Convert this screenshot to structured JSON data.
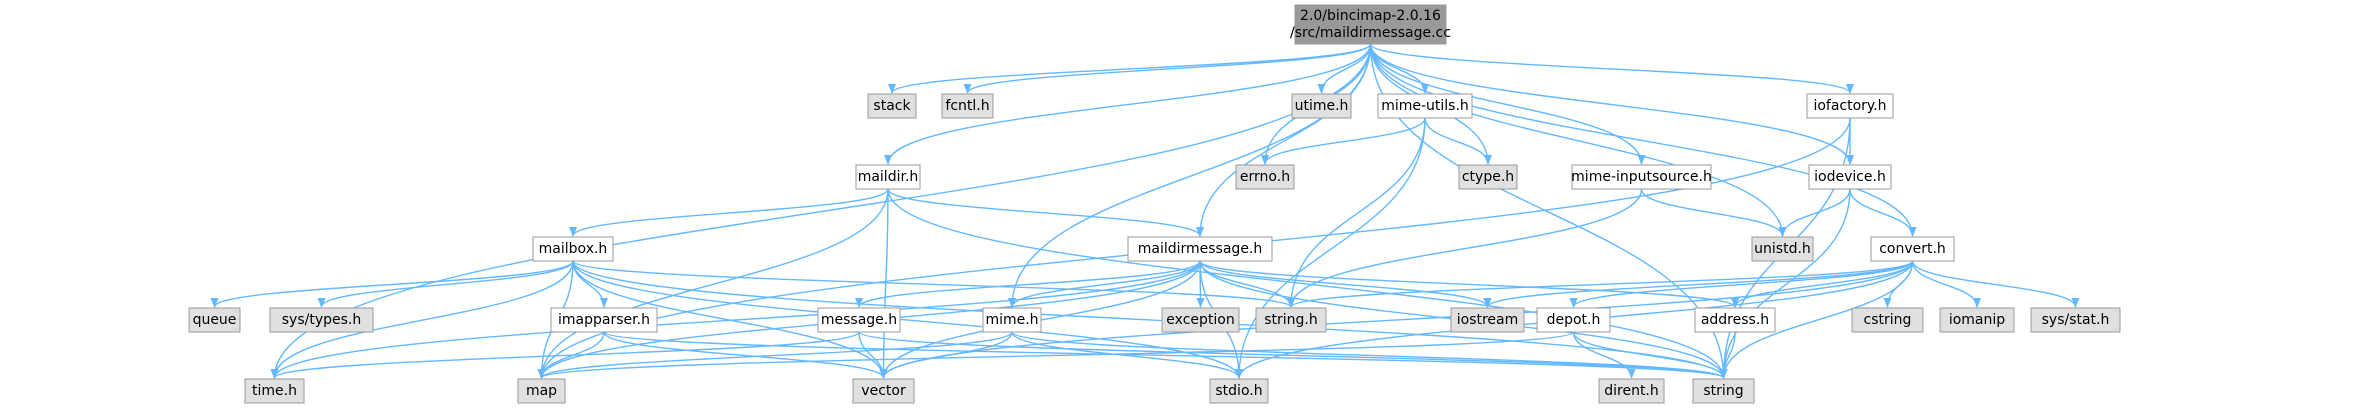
{
  "diagram": {
    "edge_color": "#63b8ff",
    "root_fill": "#999999",
    "documented_fill": "#ffffff",
    "external_fill": "#e0e0e0",
    "nodes": [
      {
        "id": "root",
        "lines": [
          "2.0/bincimap-2.0.16",
          "/src/maildirmessage.cc"
        ],
        "kind": "root"
      },
      {
        "id": "stack",
        "lines": [
          "stack"
        ],
        "kind": "external"
      },
      {
        "id": "fcntl",
        "lines": [
          "fcntl.h"
        ],
        "kind": "external"
      },
      {
        "id": "utime",
        "lines": [
          "utime.h"
        ],
        "kind": "external"
      },
      {
        "id": "mimeutils",
        "lines": [
          "mime-utils.h"
        ],
        "kind": "documented"
      },
      {
        "id": "iofactory",
        "lines": [
          "iofactory.h"
        ],
        "kind": "documented"
      },
      {
        "id": "errno",
        "lines": [
          "errno.h"
        ],
        "kind": "external"
      },
      {
        "id": "ctype",
        "lines": [
          "ctype.h"
        ],
        "kind": "external"
      },
      {
        "id": "mimeinputsource",
        "lines": [
          "mime-inputsource.h"
        ],
        "kind": "documented"
      },
      {
        "id": "iodevice",
        "lines": [
          "iodevice.h"
        ],
        "kind": "documented"
      },
      {
        "id": "maildir",
        "lines": [
          "maildir.h"
        ],
        "kind": "documented"
      },
      {
        "id": "unistd",
        "lines": [
          "unistd.h"
        ],
        "kind": "external"
      },
      {
        "id": "convert",
        "lines": [
          "convert.h"
        ],
        "kind": "documented"
      },
      {
        "id": "mailbox",
        "lines": [
          "mailbox.h"
        ],
        "kind": "documented"
      },
      {
        "id": "maildirmessage",
        "lines": [
          "maildirmessage.h"
        ],
        "kind": "documented"
      },
      {
        "id": "queue",
        "lines": [
          "queue"
        ],
        "kind": "external"
      },
      {
        "id": "systypes",
        "lines": [
          "sys/types.h"
        ],
        "kind": "external"
      },
      {
        "id": "imapparser",
        "lines": [
          "imapparser.h"
        ],
        "kind": "documented"
      },
      {
        "id": "message",
        "lines": [
          "message.h"
        ],
        "kind": "documented"
      },
      {
        "id": "mime",
        "lines": [
          "mime.h"
        ],
        "kind": "documented"
      },
      {
        "id": "exception",
        "lines": [
          "exception"
        ],
        "kind": "external"
      },
      {
        "id": "stringh",
        "lines": [
          "string.h"
        ],
        "kind": "external"
      },
      {
        "id": "iostream",
        "lines": [
          "iostream"
        ],
        "kind": "external"
      },
      {
        "id": "depot",
        "lines": [
          "depot.h"
        ],
        "kind": "documented"
      },
      {
        "id": "address",
        "lines": [
          "address.h"
        ],
        "kind": "documented"
      },
      {
        "id": "cstring",
        "lines": [
          "cstring"
        ],
        "kind": "external"
      },
      {
        "id": "iomanip",
        "lines": [
          "iomanip"
        ],
        "kind": "external"
      },
      {
        "id": "sysstat",
        "lines": [
          "sys/stat.h"
        ],
        "kind": "external"
      },
      {
        "id": "timeh",
        "lines": [
          "time.h"
        ],
        "kind": "external"
      },
      {
        "id": "map",
        "lines": [
          "map"
        ],
        "kind": "external"
      },
      {
        "id": "vector",
        "lines": [
          "vector"
        ],
        "kind": "external"
      },
      {
        "id": "stdio",
        "lines": [
          "stdio.h"
        ],
        "kind": "external"
      },
      {
        "id": "dirent",
        "lines": [
          "dirent.h"
        ],
        "kind": "external"
      },
      {
        "id": "string",
        "lines": [
          "string"
        ],
        "kind": "external"
      }
    ],
    "edges": [
      [
        "root",
        "stack"
      ],
      [
        "root",
        "fcntl"
      ],
      [
        "root",
        "utime"
      ],
      [
        "root",
        "mimeutils"
      ],
      [
        "root",
        "iofactory"
      ],
      [
        "root",
        "errno"
      ],
      [
        "root",
        "ctype"
      ],
      [
        "root",
        "mimeinputsource"
      ],
      [
        "root",
        "iodevice"
      ],
      [
        "root",
        "maildir"
      ],
      [
        "root",
        "unistd"
      ],
      [
        "root",
        "convert"
      ],
      [
        "root",
        "maildirmessage"
      ],
      [
        "root",
        "mime"
      ],
      [
        "root",
        "timeh"
      ],
      [
        "root",
        "string"
      ],
      [
        "mimeutils",
        "errno"
      ],
      [
        "mimeutils",
        "ctype"
      ],
      [
        "mimeutils",
        "stringh"
      ],
      [
        "mimeutils",
        "stdio"
      ],
      [
        "iofactory",
        "iodevice"
      ],
      [
        "iofactory",
        "map"
      ],
      [
        "iofactory",
        "string"
      ],
      [
        "mimeinputsource",
        "unistd"
      ],
      [
        "mimeinputsource",
        "stringh"
      ],
      [
        "iodevice",
        "unistd"
      ],
      [
        "iodevice",
        "convert"
      ],
      [
        "iodevice",
        "string"
      ],
      [
        "maildir",
        "mailbox"
      ],
      [
        "maildir",
        "maildirmessage"
      ],
      [
        "maildir",
        "map"
      ],
      [
        "maildir",
        "vector"
      ],
      [
        "maildir",
        "string"
      ],
      [
        "convert",
        "iostream"
      ],
      [
        "convert",
        "address"
      ],
      [
        "convert",
        "depot"
      ],
      [
        "convert",
        "cstring"
      ],
      [
        "convert",
        "iomanip"
      ],
      [
        "convert",
        "sysstat"
      ],
      [
        "convert",
        "string"
      ],
      [
        "convert",
        "vector"
      ],
      [
        "convert",
        "stdio"
      ],
      [
        "convert",
        "stringh"
      ],
      [
        "mailbox",
        "queue"
      ],
      [
        "mailbox",
        "systypes"
      ],
      [
        "mailbox",
        "imapparser"
      ],
      [
        "mailbox",
        "timeh"
      ],
      [
        "mailbox",
        "map"
      ],
      [
        "mailbox",
        "vector"
      ],
      [
        "mailbox",
        "string"
      ],
      [
        "mailbox",
        "stringh"
      ],
      [
        "mailbox",
        "stdio"
      ],
      [
        "maildirmessage",
        "message"
      ],
      [
        "maildirmessage",
        "mime"
      ],
      [
        "maildirmessage",
        "exception"
      ],
      [
        "maildirmessage",
        "stringh"
      ],
      [
        "maildirmessage",
        "iostream"
      ],
      [
        "maildirmessage",
        "address"
      ],
      [
        "maildirmessage",
        "timeh"
      ],
      [
        "maildirmessage",
        "map"
      ],
      [
        "maildirmessage",
        "vector"
      ],
      [
        "maildirmessage",
        "stdio"
      ],
      [
        "maildirmessage",
        "string"
      ],
      [
        "imapparser",
        "map"
      ],
      [
        "imapparser",
        "vector"
      ],
      [
        "imapparser",
        "string"
      ],
      [
        "message",
        "timeh"
      ],
      [
        "message",
        "vector"
      ],
      [
        "message",
        "string"
      ],
      [
        "mime",
        "map"
      ],
      [
        "mime",
        "vector"
      ],
      [
        "mime",
        "stdio"
      ],
      [
        "mime",
        "string"
      ],
      [
        "depot",
        "dirent"
      ],
      [
        "depot",
        "map"
      ],
      [
        "depot",
        "string"
      ],
      [
        "address",
        "string"
      ]
    ]
  }
}
